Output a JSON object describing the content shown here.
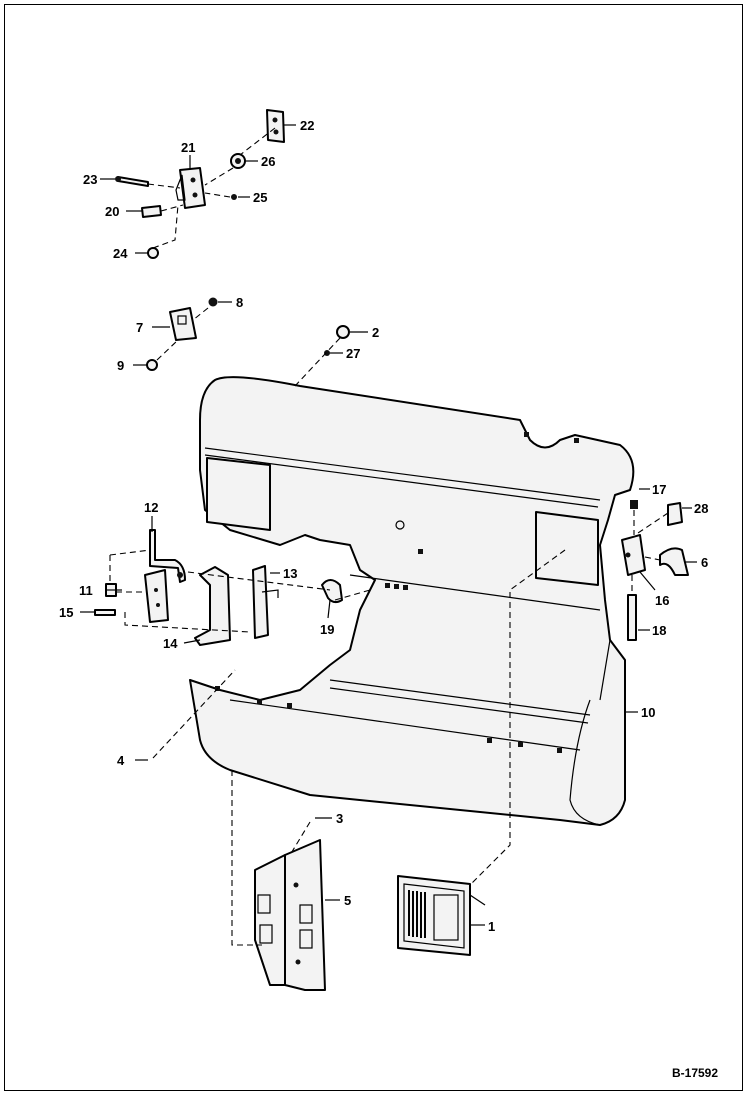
{
  "figure_id": "B-17592",
  "callouts": [
    {
      "id": "c1",
      "label": "1"
    },
    {
      "id": "c2",
      "label": "2"
    },
    {
      "id": "c3",
      "label": "3"
    },
    {
      "id": "c4",
      "label": "4"
    },
    {
      "id": "c5",
      "label": "5"
    },
    {
      "id": "c6",
      "label": "6"
    },
    {
      "id": "c7",
      "label": "7"
    },
    {
      "id": "c8",
      "label": "8"
    },
    {
      "id": "c9",
      "label": "9"
    },
    {
      "id": "c10",
      "label": "10"
    },
    {
      "id": "c11",
      "label": "11"
    },
    {
      "id": "c12",
      "label": "12"
    },
    {
      "id": "c13",
      "label": "13"
    },
    {
      "id": "c14",
      "label": "14"
    },
    {
      "id": "c15",
      "label": "15"
    },
    {
      "id": "c16",
      "label": "16"
    },
    {
      "id": "c17",
      "label": "17"
    },
    {
      "id": "c18",
      "label": "18"
    },
    {
      "id": "c19",
      "label": "19"
    },
    {
      "id": "c20",
      "label": "20"
    },
    {
      "id": "c21",
      "label": "21"
    },
    {
      "id": "c22",
      "label": "22"
    },
    {
      "id": "c23",
      "label": "23"
    },
    {
      "id": "c24",
      "label": "24"
    },
    {
      "id": "c25",
      "label": "25"
    },
    {
      "id": "c26",
      "label": "26"
    },
    {
      "id": "c27",
      "label": "27"
    }
  ],
  "callout_28": "28"
}
